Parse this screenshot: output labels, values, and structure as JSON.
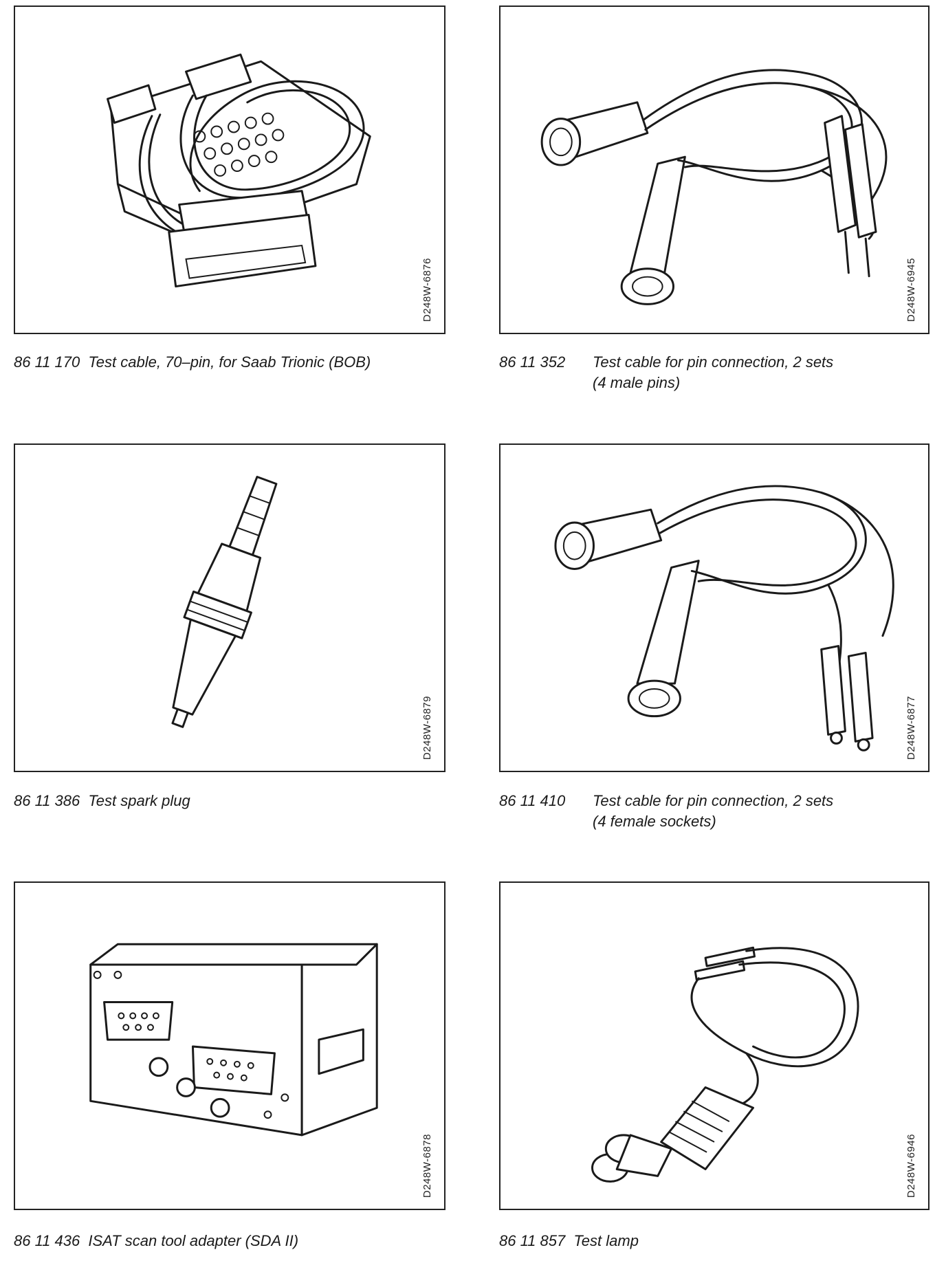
{
  "panels": [
    {
      "code": "D248W-6876",
      "part": "86 11 170",
      "desc": "Test cable, 70–pin, for Saab Trionic (BOB)",
      "desc2": ""
    },
    {
      "code": "D248W-6945",
      "part": "86 11 352",
      "desc": "Test cable for pin connection, 2 sets",
      "desc2": "(4 male pins)"
    },
    {
      "code": "D248W-6879",
      "part": "86 11 386",
      "desc": "Test spark plug",
      "desc2": ""
    },
    {
      "code": "D248W-6877",
      "part": "86 11 410",
      "desc": "Test cable for pin connection, 2 sets",
      "desc2": "(4 female sockets)"
    },
    {
      "code": "D248W-6878",
      "part": "86 11 436",
      "desc": "ISAT scan tool adapter (SDA II)",
      "desc2": ""
    },
    {
      "code": "D248W-6946",
      "part": "86 11 857",
      "desc": "Test lamp",
      "desc2": ""
    }
  ]
}
